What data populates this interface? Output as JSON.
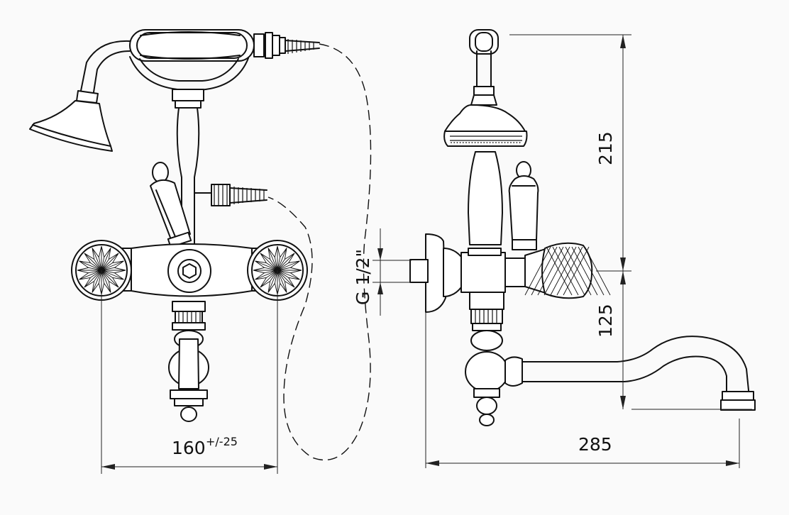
{
  "dimensions": {
    "width_label": "160",
    "width_tolerance": "+/-25",
    "thread_label": "G 1/2\"",
    "height_upper": "215",
    "height_lower": "125",
    "depth": "285"
  },
  "colors": {
    "background": "#fafafa",
    "line": "#111111",
    "fill": "#ffffff"
  },
  "icons": [
    "front-view-faucet-icon",
    "side-view-faucet-icon",
    "crystal-knob-icon"
  ]
}
